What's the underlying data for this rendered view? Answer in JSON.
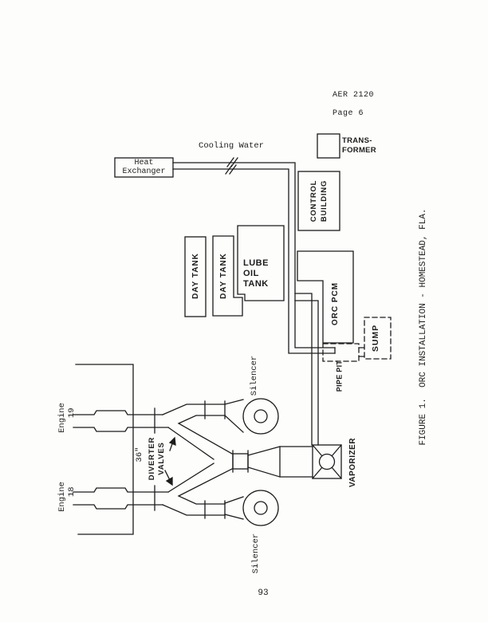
{
  "page": {
    "doc_ref": "AER 2120",
    "page_ref": "Page 6",
    "page_number": "93",
    "caption": "FIGURE 1.  ORC INSTALLATION - HOMESTEAD, FLA."
  },
  "diagram": {
    "ink_color": "#1c1c1c",
    "paper_color": "#fdfdfb",
    "labels": {
      "cooling_water": "Cooling Water",
      "heat_exchanger": "Heat\nExchanger",
      "transformer": "TRANS-\nFORMER",
      "control_building": "CONTROL\nBUILDING",
      "day_tank_1": "DAY TANK",
      "day_tank_2": "DAY TANK",
      "lube_oil_tank": "LUBE\nOIL\nTANK",
      "orc_pcm": "ORC PCM",
      "sump": "SUMP",
      "pipe_pit": "PIPE PIT",
      "engine_19": "Engine\n  19",
      "engine_18": "Engine\n  18",
      "pipe_size": "36\"",
      "diverter_valves": "DIVERTER\nVALVES",
      "silencer_top": "Silencer",
      "silencer_bottom": "Silencer",
      "vaporizer": "VAPORIZER"
    }
  }
}
